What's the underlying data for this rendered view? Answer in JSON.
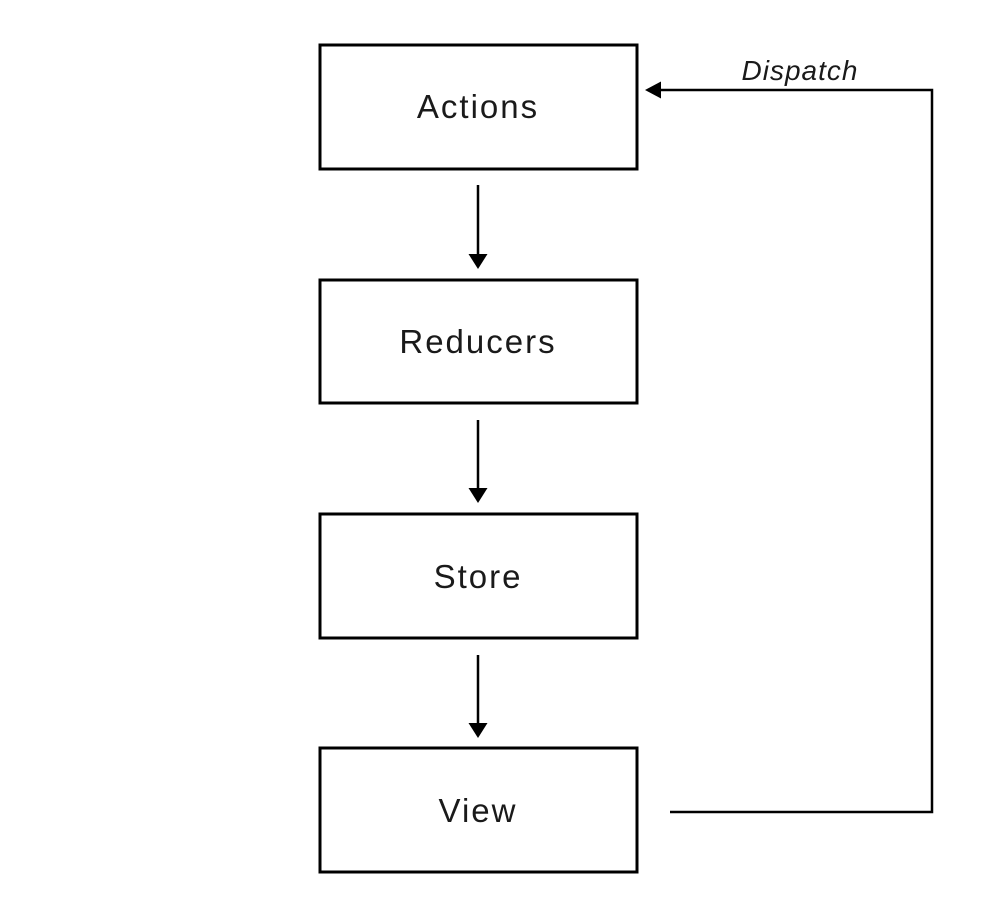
{
  "diagram": {
    "type": "flowchart",
    "nodes": [
      {
        "id": "actions",
        "label": "Actions"
      },
      {
        "id": "reducers",
        "label": "Reducers"
      },
      {
        "id": "store",
        "label": "Store"
      },
      {
        "id": "view",
        "label": "View"
      }
    ],
    "edges": [
      {
        "from": "actions",
        "to": "reducers",
        "label": ""
      },
      {
        "from": "reducers",
        "to": "store",
        "label": ""
      },
      {
        "from": "store",
        "to": "view",
        "label": ""
      },
      {
        "from": "view",
        "to": "actions",
        "label": "Dispatch"
      }
    ],
    "dispatch_label": "Dispatch",
    "colors": {
      "background": "#ffffff",
      "node_fill": "#ffffff",
      "line": "#000000",
      "text": "#1a1a1a"
    }
  }
}
